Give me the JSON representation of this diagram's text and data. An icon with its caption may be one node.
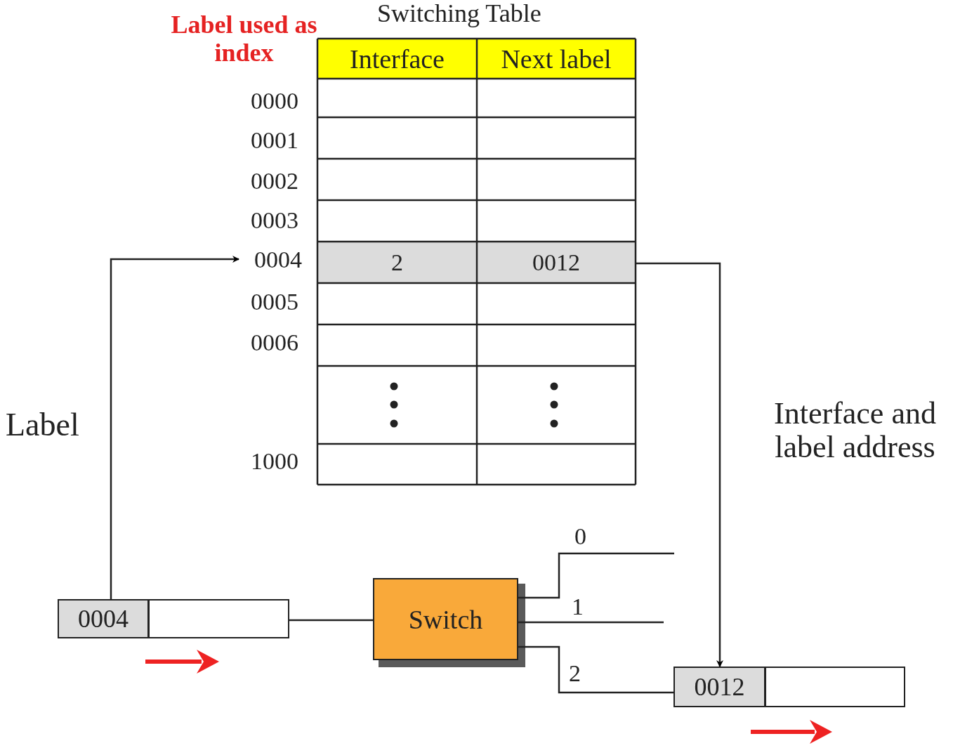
{
  "diagram": {
    "title": "Switching Table",
    "nodes": [
      {
        "text": [
          "Interface"
        ]
      },
      {
        "text": [
          "Next label"
        ]
      },
      {
        "text": [
          "0004"
        ]
      },
      {
        "text": [
          "2"
        ]
      },
      {
        "text": [
          "0012"
        ]
      },
      {
        "text": [
          "0004"
        ]
      },
      {
        "text": [],
        "shape": "box"
      },
      {
        "text": [
          "Switch"
        ]
      },
      {
        "text": [
          "0012"
        ]
      },
      {
        "text": [],
        "shape": "box"
      }
    ],
    "edges": [
      {
        "from": 5,
        "to": 2,
        "arrow": "to"
      },
      {
        "from": 4,
        "to": 8,
        "arrow": "to"
      },
      {
        "from": 6,
        "to": 7,
        "arrow": "none"
      },
      {
        "from": 7,
        "to": null,
        "arrow": "none",
        "label": "0"
      },
      {
        "from": 7,
        "to": null,
        "arrow": "none",
        "label": "1"
      },
      {
        "from": 7,
        "to": 8,
        "arrow": "none",
        "label": "2"
      }
    ],
    "labels": [
      "Label used as index",
      "0000",
      "0001",
      "0002",
      "0003",
      "0005",
      "0006",
      "1000",
      "Label",
      "Interface and label address"
    ]
  }
}
